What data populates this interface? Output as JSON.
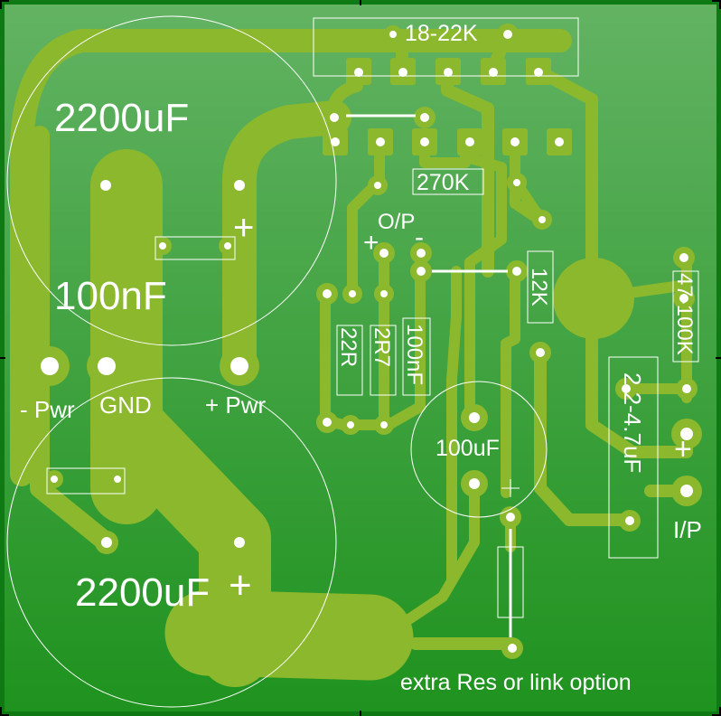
{
  "board": {
    "colors": {
      "board_top": "#63b363",
      "board_bottom": "#1e921e",
      "border": "#0f7a14",
      "copper": "#8bb82d",
      "silk": "#ffffff"
    },
    "labels": {
      "res_18_22k": "18-22K",
      "cap_2200uf_top": "2200uF",
      "cap_100nf_big": "100nF",
      "plus_top_cap": "+",
      "op_label": "O/P",
      "op_plus": "+",
      "op_minus": "-",
      "res_270k": "270K",
      "res_12k": "12K",
      "res_47_100k": "47-100K",
      "res_22r": "22R",
      "res_2r7": "2R7",
      "cap_100nf_small": "100nF",
      "pwr_minus": "- Pwr",
      "gnd": "GND",
      "pwr_plus": "+ Pwr",
      "cap_100uf": "100uF",
      "cap_2_2_4_7uf": "2.2-4.7uF",
      "ip_plus": "+",
      "ip_label": "I/P",
      "cap_2200uf_bottom": "2200uF",
      "plus_bottom_cap": "+",
      "extra_option": "extra Res or link option"
    }
  }
}
